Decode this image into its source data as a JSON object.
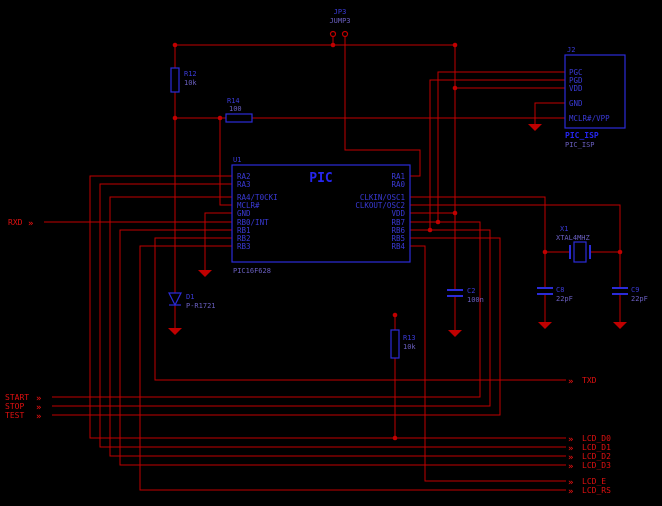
{
  "colors": {
    "background": "#000000",
    "wire": "#c00000",
    "signal_text": "#e01010",
    "component_outline": "#2b2bd8",
    "text_bright": "#2525f0",
    "text_value": "#6a5fc0"
  },
  "jumper": {
    "ref": "JP3",
    "value": "JUMP3"
  },
  "isp_connector": {
    "ref": "J2",
    "pins": [
      "PGC",
      "PGD",
      "VDD",
      "GND",
      "MCLR#/VPP"
    ],
    "label": "PIC_ISP",
    "sublabel": "PIC_ISP"
  },
  "mcu": {
    "ref": "U1",
    "title": "PIC",
    "value": "PIC16F628",
    "left_pins": [
      "RA2",
      "RA3",
      "RA4/T0CKI",
      "MCLR#",
      "GND",
      "RB0/INT",
      "RB1",
      "RB2",
      "RB3"
    ],
    "right_pins": [
      "RA1",
      "RA0",
      "CLKIN/OSC1",
      "CLKOUT/OSC2",
      "VDD",
      "RB7",
      "RB6",
      "RB5",
      "RB4"
    ]
  },
  "resistors": {
    "r12": {
      "ref": "R12",
      "value": "10k"
    },
    "r14": {
      "ref": "R14",
      "value": "100"
    },
    "r13": {
      "ref": "R13",
      "value": "10k"
    }
  },
  "capacitors": {
    "c2": {
      "ref": "C2",
      "value": "100n"
    },
    "c8": {
      "ref": "C8",
      "value": "22pF"
    },
    "c9": {
      "ref": "C9",
      "value": "22pF"
    }
  },
  "diode": {
    "ref": "D1",
    "value": "P-R1721"
  },
  "crystal": {
    "ref": "X1",
    "value": "XTAL4MHZ"
  },
  "signals": {
    "arrow": "»",
    "rxd": "RXD",
    "txd": "TXD",
    "start": "START",
    "stop": "STOP",
    "test": "TEST",
    "lcd": [
      "LCD_D0",
      "LCD_D1",
      "LCD_D2",
      "LCD_D3",
      "LCD_E",
      "LCD_RS"
    ]
  }
}
